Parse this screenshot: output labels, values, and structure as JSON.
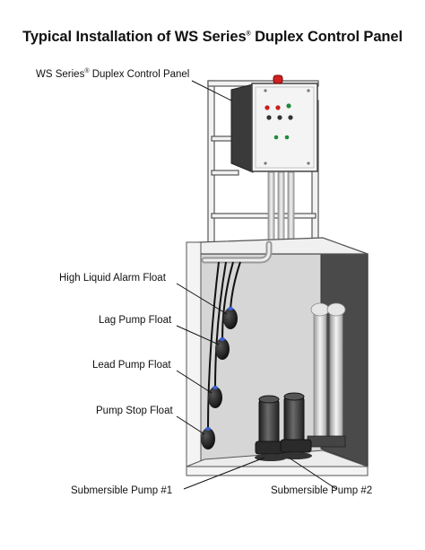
{
  "title": {
    "main": "Typical Installation of WS Series",
    "reg": "®",
    "rest": " Duplex Control Panel"
  },
  "labels": {
    "panel": {
      "main": "WS Series",
      "reg": "®",
      "rest": " Duplex Control Panel"
    },
    "high_alarm": "High Liquid Alarm Float",
    "lag": "Lag Pump Float",
    "lead": "Lead Pump Float",
    "stop": "Pump Stop Float",
    "pump1": "Submersible Pump #1",
    "pump2": "Submersible Pump #2"
  },
  "colors": {
    "alarm_beacon": "#d02020",
    "led_red": "#c81e1e",
    "led_green": "#1f8a3a",
    "float_tip": "#3a5fd0",
    "basin_inner": "#d6d6d6"
  }
}
